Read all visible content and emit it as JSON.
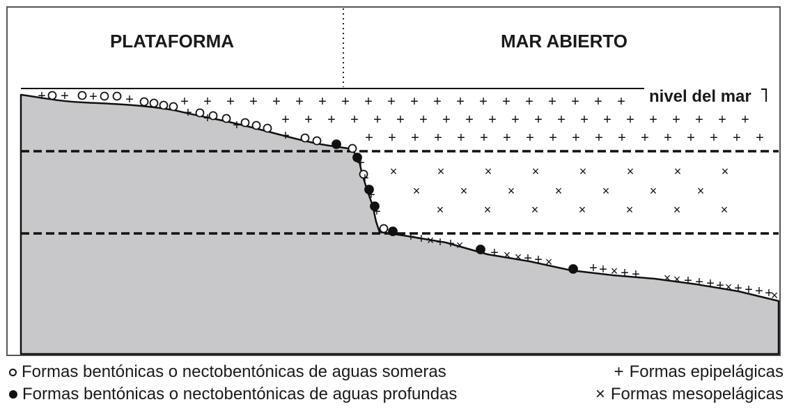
{
  "regions": {
    "shelf": "PLATAFORMA",
    "open_sea": "MAR ABIERTO"
  },
  "sea_level_label": "nivel del mar",
  "legend": {
    "shallow_benthic": {
      "symbol": "open-circle",
      "label": "Formas bentónicas o nectobentónicas de aguas someras"
    },
    "deep_benthic": {
      "symbol": "filled-circle",
      "label": "Formas bentónicas o nectobentónicas de aguas profundas"
    },
    "epipelagic": {
      "symbol": "+",
      "label": "Formas epipelágicas"
    },
    "mesopelagic": {
      "symbol": "×",
      "label": "Formas mesopelágicas"
    }
  },
  "colors": {
    "seafloor_fill": "#c8c8cb",
    "line": "#111111"
  }
}
